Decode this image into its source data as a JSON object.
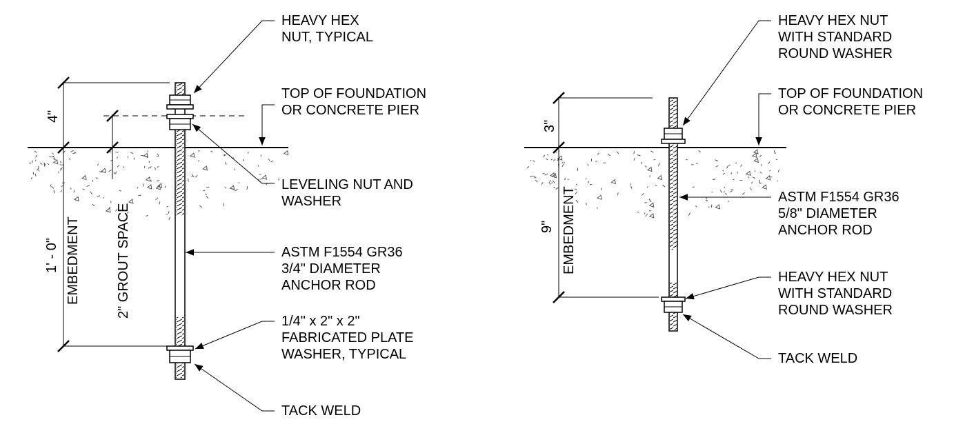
{
  "left_detail": {
    "heavy_hex_nut": [
      "HEAVY HEX",
      "NUT, TYPICAL"
    ],
    "top_of_foundation": [
      "TOP OF FOUNDATION",
      "OR CONCRETE PIER"
    ],
    "leveling_nut": [
      "LEVELING NUT AND",
      "WASHER"
    ],
    "anchor_rod": [
      "ASTM F1554 GR36",
      "3/4\" DIAMETER",
      "ANCHOR ROD"
    ],
    "plate_washer": [
      "1/4\" x 2\" x 2\"",
      "FABRICATED PLATE",
      "WASHER, TYPICAL"
    ],
    "tack_weld": [
      "TACK WELD"
    ],
    "dim_top": "4\"",
    "dim_embed_value": "1' - 0\"",
    "dim_embed_label": "EMBEDMENT",
    "dim_grout": "2\" GROUT SPACE"
  },
  "right_detail": {
    "heavy_hex_nut_top": [
      "HEAVY HEX NUT",
      "WITH STANDARD",
      "ROUND WASHER"
    ],
    "top_of_foundation": [
      "TOP OF FOUNDATION",
      "OR CONCRETE PIER"
    ],
    "anchor_rod": [
      "ASTM F1554 GR36",
      "5/8\" DIAMETER",
      "ANCHOR ROD"
    ],
    "heavy_hex_nut_bottom": [
      "HEAVY HEX NUT",
      "WITH STANDARD",
      "ROUND WASHER"
    ],
    "tack_weld": [
      "TACK WELD"
    ],
    "dim_top": "3\"",
    "dim_embed_value": "9\"",
    "dim_embed_label": "EMBEDMENT"
  }
}
